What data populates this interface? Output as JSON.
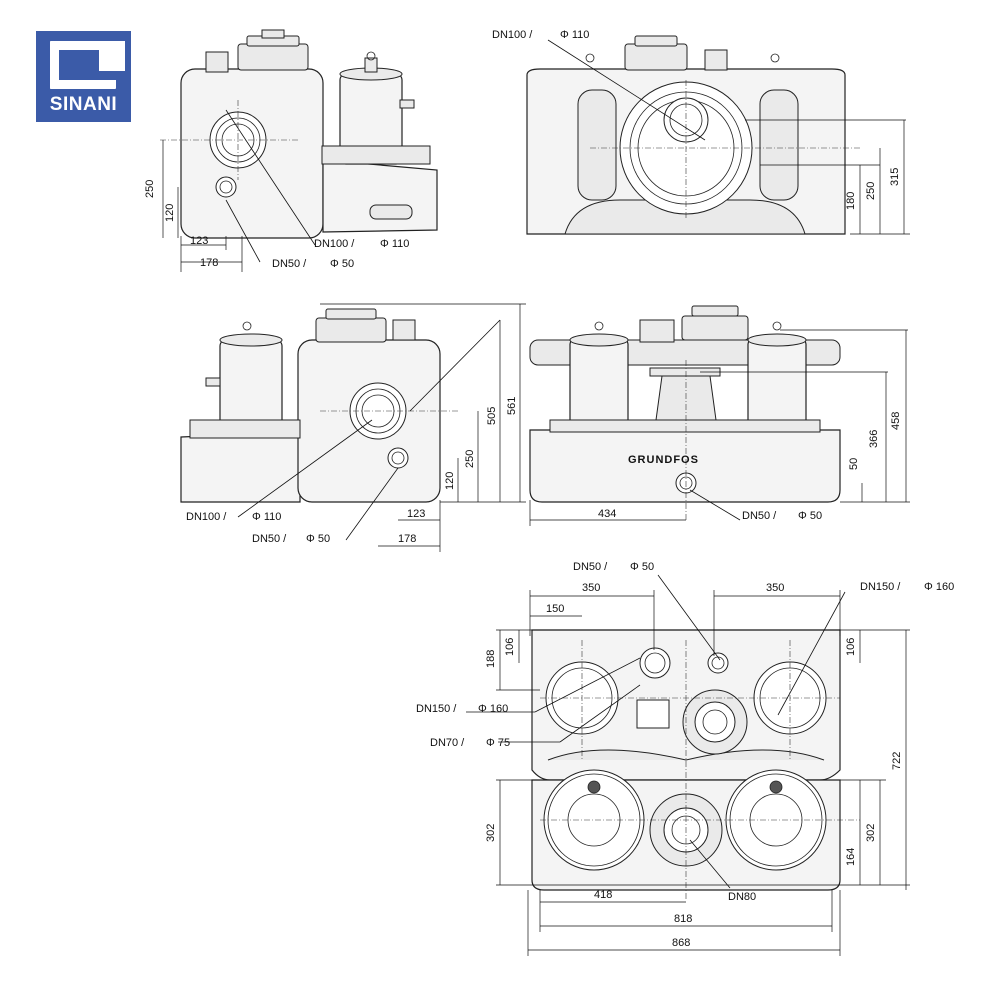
{
  "logo": {
    "text": "SINANI"
  },
  "side_view_1": {
    "label_dn100": "DN100 /",
    "label_phi110": "Φ 110",
    "label_dn50": "DN50 /",
    "label_phi50": "Φ 50",
    "dim_250": "250",
    "dim_120": "120",
    "dim_123": "123",
    "dim_178": "178"
  },
  "front_view_1": {
    "label_dn100": "DN100 /",
    "label_phi110": "Φ 110",
    "dim_315": "315",
    "dim_250": "250",
    "dim_180": "180"
  },
  "side_view_2": {
    "label_dn100": "DN100 /",
    "label_phi110": "Φ 110",
    "label_dn50": "DN50 /",
    "label_phi50": "Φ 50",
    "dim_561": "561",
    "dim_505": "505",
    "dim_250": "250",
    "dim_120": "120",
    "dim_123": "123",
    "dim_178": "178"
  },
  "front_view_2": {
    "brand": "GRUNDFOS",
    "label_dn50": "DN50 /",
    "label_phi50": "Φ 50",
    "dim_434": "434",
    "dim_458": "458",
    "dim_366": "366",
    "dim_50": "50"
  },
  "top_view": {
    "label_dn50": "DN50 /",
    "label_phi50": "Φ 50",
    "label_dn150_right": "DN150 /",
    "label_phi160_right": "Φ 160",
    "label_dn150_left": "DN150 /",
    "label_phi160_left": "Φ 160",
    "label_dn70": "DN70 /",
    "label_phi75": "Φ 75",
    "label_dn80": "DN80",
    "dim_350_left": "350",
    "dim_350_right": "350",
    "dim_150": "150",
    "dim_188": "188",
    "dim_106_left": "106",
    "dim_106_right": "106",
    "dim_722": "722",
    "dim_302_left": "302",
    "dim_302_right": "302",
    "dim_164": "164",
    "dim_418": "418",
    "dim_818": "818",
    "dim_868": "868"
  }
}
